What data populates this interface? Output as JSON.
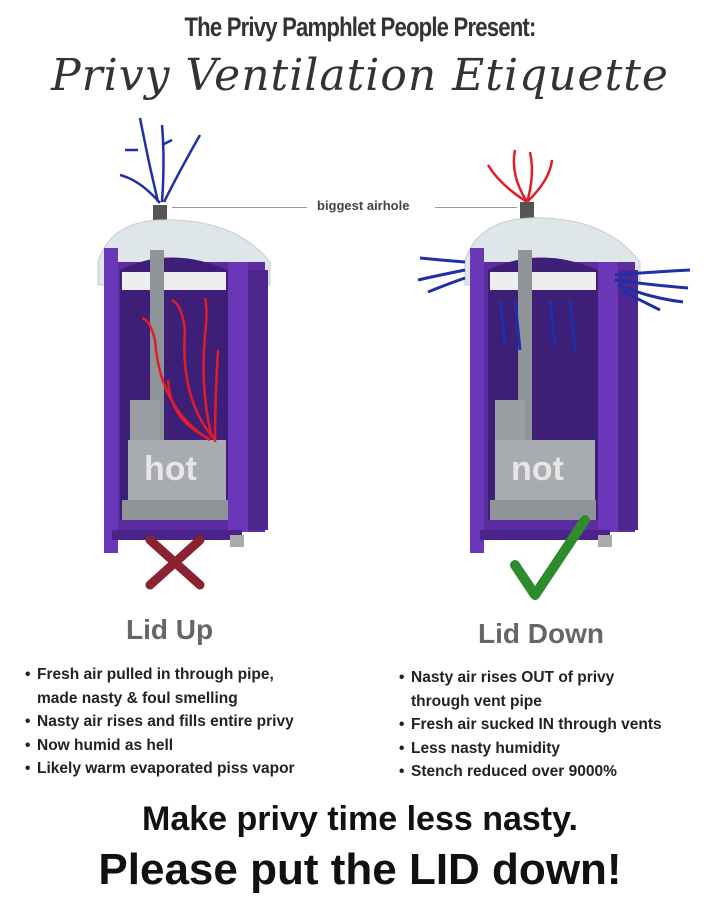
{
  "header": {
    "presenter": "The Privy Pamphlet People Present:",
    "title": "Privy Ventilation Etiquette"
  },
  "diagram": {
    "airhole_label": "biggest airhole",
    "left_overlay": "hot",
    "right_overlay": "not",
    "colors": {
      "privy_purple": "#5b2da0",
      "roof": "#dfe6ea",
      "fresh_air": "#1e2fa8",
      "nasty_air": "#e01e2a",
      "x_mark": "#8a2232",
      "check_mark": "#2e8b2e"
    }
  },
  "left": {
    "heading": "Lid Up",
    "mark": "x-mark",
    "bullets": [
      {
        "text": "Fresh air pulled in through pipe,",
        "cont": "made nasty & foul smelling"
      },
      {
        "text": "Nasty air rises and fills entire privy"
      },
      {
        "text": "Now humid as hell"
      },
      {
        "text": "Likely warm evaporated piss vapor"
      }
    ]
  },
  "right": {
    "heading": "Lid Down",
    "mark": "check-mark",
    "bullets": [
      {
        "text": "Nasty air rises OUT of privy",
        "cont": "through vent pipe"
      },
      {
        "text": "Fresh air sucked IN through vents"
      },
      {
        "text": "Less nasty humidity"
      },
      {
        "text": "Stench reduced over 9000%"
      }
    ]
  },
  "footer": {
    "line1": "Make privy time less nasty.",
    "line2": "Please put the LID down!"
  }
}
